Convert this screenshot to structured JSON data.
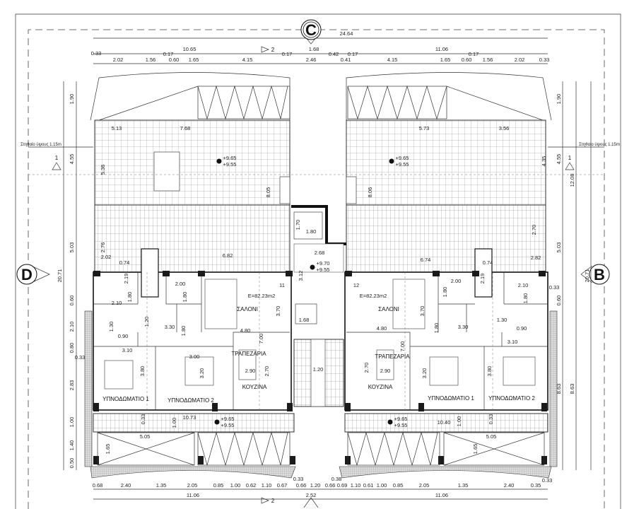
{
  "drawing": {
    "compass": {
      "top": "C",
      "left": "D",
      "right": "B"
    },
    "section_marks": {
      "top": "2",
      "bottom": "2",
      "left": "1",
      "right": "1"
    },
    "parapet_note_left": "Στηθαίο ύψους 1.15m",
    "parapet_note_right": "Στηθαίο ύψους 1.15m",
    "top_dims": {
      "total": "24.64",
      "left_total": "10.65",
      "middle_total": "1.68",
      "right_total": "11.06",
      "row": [
        "0.33",
        "2.02",
        "1.56",
        "0.17",
        "0.60",
        "1.65",
        "4.15",
        "0.17",
        "2.46",
        "0.42",
        "0.41",
        "0.17",
        "4.15",
        "1.65",
        "0.60",
        "1.56",
        "0.17",
        "2.02",
        "0.33"
      ]
    },
    "bottom_dims": {
      "left_total": "11.06",
      "middle_total": "2.52",
      "right_total": "11.06",
      "row": [
        "0.68",
        "2.40",
        "1.35",
        "2.05",
        "0.85",
        "1.00",
        "0.62",
        "1.10",
        "0.67",
        "0.33",
        "0.66",
        "1.20",
        "0.66",
        "0.38",
        "0.69",
        "1.10",
        "0.61",
        "1.00",
        "0.85",
        "2.05",
        "1.35",
        "2.40",
        "0.35",
        "0.33"
      ]
    },
    "left_dims": [
      "1.90",
      "4.55",
      "5.03",
      "0.60",
      "2.10",
      "0.80",
      "0.33",
      "2.83",
      "1.00",
      "1.40",
      "0.50",
      "20.71"
    ],
    "right_dims": [
      "1.90",
      "4.55",
      "5.03",
      "0.33",
      "0.60",
      "8.63",
      "8.63",
      "12.08",
      "20.71"
    ],
    "rooms": {
      "living": "ΣΑΛΟΝΙ",
      "dining": "ΤΡΑΠΕΖΑΡΙΑ",
      "kitchen": "ΚΟΥΖΙΝΑ",
      "bedroom1": "ΥΠΝΟΔΩΜΑΤΙΟ 1",
      "bedroom2": "ΥΠΝΟΔΩΜΑΤΙΟ 2",
      "area": "E=82.23m2",
      "unit_left": "11",
      "unit_right": "12"
    },
    "levels": {
      "terrace_top": "+9.65",
      "terrace_bottom": "+9.55",
      "core_top": "+9.70",
      "core_bottom": "+9.55"
    },
    "interior_dims": {
      "left": [
        "5.13",
        "7.68",
        "5.36",
        "8.05",
        "6.82",
        "2.76",
        "2.02",
        "0.74",
        "2.19",
        "2.00",
        "1.80",
        "2.10",
        "1.80",
        "1.30",
        "0.90",
        "1.20",
        "3.30",
        "1.80",
        "3.10",
        "3.00",
        "3.80",
        "3.20",
        "4.80",
        "3.70",
        "7.00",
        "2.90",
        "2.70",
        "10.73",
        "1.00",
        "0.33",
        "5.05",
        "1.65"
      ],
      "right": [
        "5.73",
        "3.56",
        "4.35",
        "8.06",
        "6.74",
        "2.70",
        "2.82",
        "0.74",
        "2.19",
        "2.00",
        "1.80",
        "2.10",
        "1.80",
        "1.30",
        "0.90",
        "3.30",
        "1.80",
        "3.10",
        "3.20",
        "3.80",
        "4.80",
        "3.70",
        "7.00",
        "2.90",
        "2.70",
        "10.40",
        "1.00",
        "0.33",
        "5.05",
        "1.65"
      ],
      "core": [
        "1.70",
        "1.80",
        "2.68",
        "3.12",
        "1.68",
        "1.20"
      ]
    }
  }
}
